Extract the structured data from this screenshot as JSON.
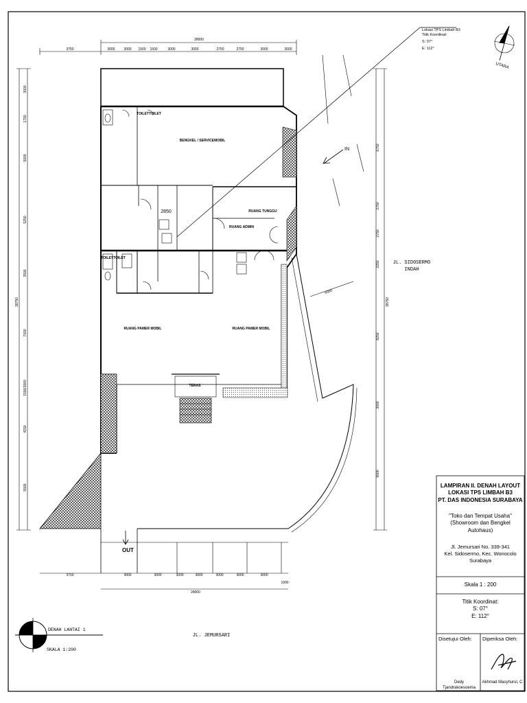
{
  "callout": {
    "line1": "Lokasi TPS Limbah B3",
    "line2": "Titik Koordinat:",
    "line3": "S: 07°",
    "line4": "E: 112°"
  },
  "north_label": "UTARA",
  "dims_top": {
    "total": "28000",
    "segments": [
      "3750",
      "3000",
      "3000",
      "1500",
      "1500",
      "3000",
      "3000",
      "2750",
      "2750",
      "3000",
      "3000"
    ]
  },
  "dims_bottom": {
    "total": "28000",
    "segments": [
      "3750",
      "3000",
      "3000",
      "3000",
      "3000",
      "3000",
      "3000",
      "3000",
      "1000"
    ]
  },
  "dims_left": {
    "total": "38750",
    "segments": [
      "3000",
      "1750",
      "5000",
      "5250",
      "3500",
      "7000",
      "1500/3000",
      "4150",
      "5500"
    ]
  },
  "dims_right": {
    "total": "38750",
    "segments": [
      "6750",
      "2750",
      "2750",
      "2250",
      "8250",
      "3000",
      "9000"
    ]
  },
  "rooms": {
    "bengkel": "BENGKEL / SERVICEMOBIL",
    "toilet_1": "TOILET",
    "toilet_2": "TOILET",
    "toilet_3": "TOILET",
    "toilet_4": "TOILET",
    "ruang_tunggu": "RUANG TUNGGU",
    "ruang_admin": "RUANG ADMIN",
    "pamer_1": "RUANG PAMER MOBIL",
    "pamer_2": "RUANG PAMER MOBIL",
    "teras": "TERAS",
    "dim_2850": "2850"
  },
  "road_right": {
    "line1": "JL. SIDOSERMO",
    "line2": "INDAH"
  },
  "road_bottom": "JL. JEMURSARI",
  "arrow_in": "IN",
  "arrow_out": "OUT",
  "ramp_dim": "6000",
  "legend": {
    "name": "DENAH LANTAI 1",
    "scale": "SKALA 1:200"
  },
  "title_block": {
    "title_line1": "LAMPIRAN II. DENAH LAYOUT",
    "title_line2": "LOKASI TPS LIMBAH B3",
    "title_line3": "PT. DAS INDONESIA SURABAYA",
    "sub_line1": "\"Toko dan Tempat Usaha\"",
    "sub_line2": "(Showroom dan Bengkel Autohaus)",
    "addr_line1": "Jl. Jemursari No. 339-341",
    "addr_line2": "Kel. Sidosermo, Kec. Wonocolo",
    "addr_line3": "Surabaya",
    "scale": "Skala 1 : 200",
    "coord_label": "Titik Koordinat:",
    "coord_s": "S: 07°",
    "coord_e": "E: 112°",
    "approved_label": "Disetujui Oleh:",
    "checked_label": "Diperiksa Oleh:",
    "approved_name": "Dedy Tjandrakoesoema",
    "checked_name": "Akhmad Masyhurul, C"
  }
}
